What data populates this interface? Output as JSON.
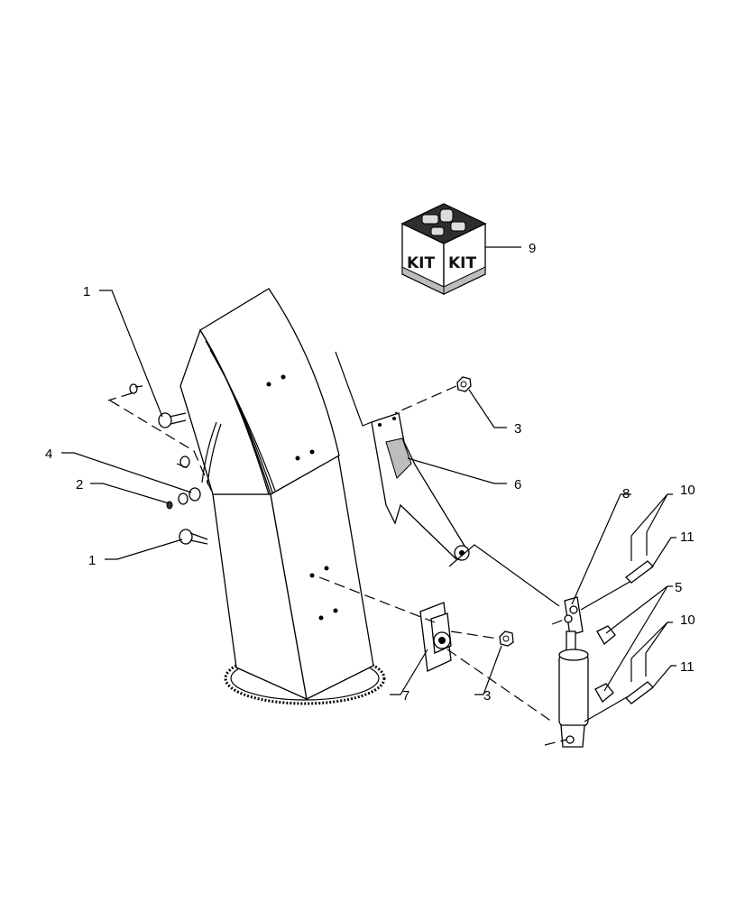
{
  "callouts": {
    "c1a": "1",
    "c1b": "1",
    "c2": "2",
    "c3a": "3",
    "c3b": "3",
    "c4": "4",
    "c5": "5",
    "c6": "6",
    "c7": "7",
    "c8": "8",
    "c9": "9",
    "c10a": "10",
    "c10b": "10",
    "c11a": "11",
    "c11b": "11"
  },
  "kit": {
    "label_left": "KIT",
    "label_right": "KIT"
  }
}
